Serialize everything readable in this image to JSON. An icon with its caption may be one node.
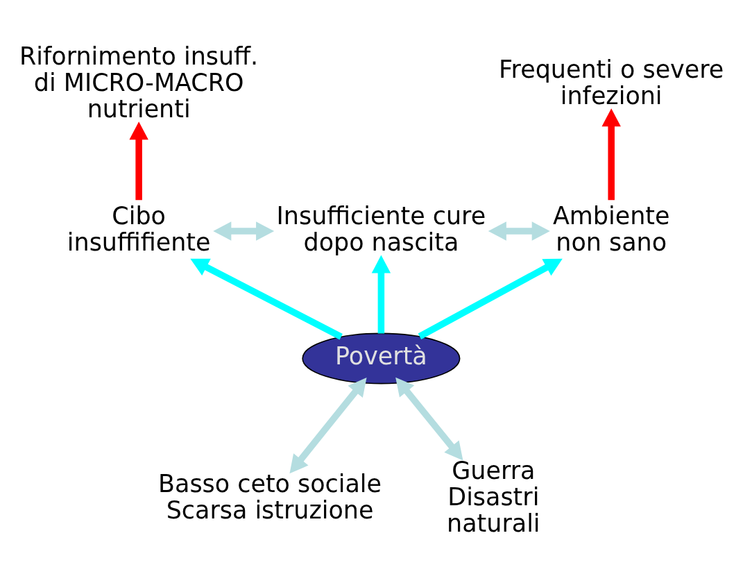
{
  "diagram": {
    "nodes": [
      {
        "text": [
          "Rifornimento insuff. di MICRO-MACRO nutrienti"
        ]
      },
      {
        "text": [
          "Frequenti o severe infezioni"
        ]
      },
      {
        "text": [
          "Cibo insuffifiente"
        ]
      },
      {
        "text": [
          "Insufficiente cure dopo nascita"
        ]
      },
      {
        "text": [
          "Ambiente non sano"
        ]
      },
      {
        "text": [
          "Povertà"
        ]
      },
      {
        "text": [
          "Basso ceto sociale Scarsa istruzione"
        ]
      },
      {
        "text": [
          "Guerra Disastri naturali"
        ]
      }
    ],
    "edges": [
      {
        "from": 2,
        "to": 0,
        "arrow": "to",
        "color": "#ff0000"
      },
      {
        "from": 4,
        "to": 1,
        "arrow": "to",
        "color": "#ff0000"
      },
      {
        "from": 2,
        "to": 3,
        "arrow": "both"
      },
      {
        "from": 3,
        "to": 4,
        "arrow": "both"
      },
      {
        "from": 5,
        "to": 2,
        "arrow": "to",
        "color": "#00ffff"
      },
      {
        "from": 5,
        "to": 3,
        "arrow": "to",
        "color": "#00ffff"
      },
      {
        "from": 5,
        "to": 4,
        "arrow": "to",
        "color": "#00ffff"
      },
      {
        "from": 6,
        "to": 5,
        "arrow": "both"
      },
      {
        "from": 7,
        "to": 5,
        "arrow": "both"
      }
    ]
  }
}
